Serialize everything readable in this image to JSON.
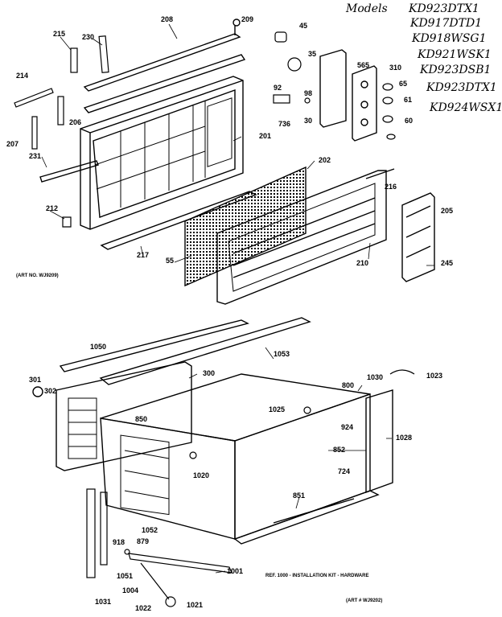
{
  "models": {
    "heading": "Models",
    "list": [
      "KD923DTX1",
      "KD917DTD1",
      "KD918WSG1",
      "KD921WSK1",
      "KD923DSB1",
      "KD923DTX1",
      "KD924WSX1"
    ]
  },
  "upper_art_no": "(ART NO. WJ9209)",
  "lower_art_no": "(ART # WJ9202)",
  "ref_note": "REF. 1000 - INSTALLATION KIT - HARDWARE",
  "callouts": {
    "c208": "208",
    "c209": "209",
    "c215": "215",
    "c230": "230",
    "c214": "214",
    "c206": "206",
    "c207": "207",
    "c231": "231",
    "c201": "201",
    "c212": "212",
    "c217": "217",
    "c45": "45",
    "c35": "35",
    "c565": "565",
    "c310": "310",
    "c65": "65",
    "c61": "61",
    "c60": "60",
    "c92": "92",
    "c98": "98",
    "c30": "30",
    "c736": "736",
    "c202": "202",
    "c216": "216",
    "c55": "55",
    "c210": "210",
    "c205": "205",
    "c245": "245",
    "c1050": "1050",
    "c1053": "1053",
    "c301": "301",
    "c302": "302",
    "c300": "300",
    "c850": "850",
    "c800": "800",
    "c1030": "1030",
    "c1023": "1023",
    "c1025": "1025",
    "c924": "924",
    "c1028": "1028",
    "c852": "852",
    "c1020": "1020",
    "c724": "724",
    "c851": "851",
    "c918": "918",
    "c879": "879",
    "c1052": "1052",
    "c1051": "1051",
    "c1001": "1001",
    "c1004": "1004",
    "c1031": "1031",
    "c1022": "1022",
    "c1021": "1021"
  }
}
